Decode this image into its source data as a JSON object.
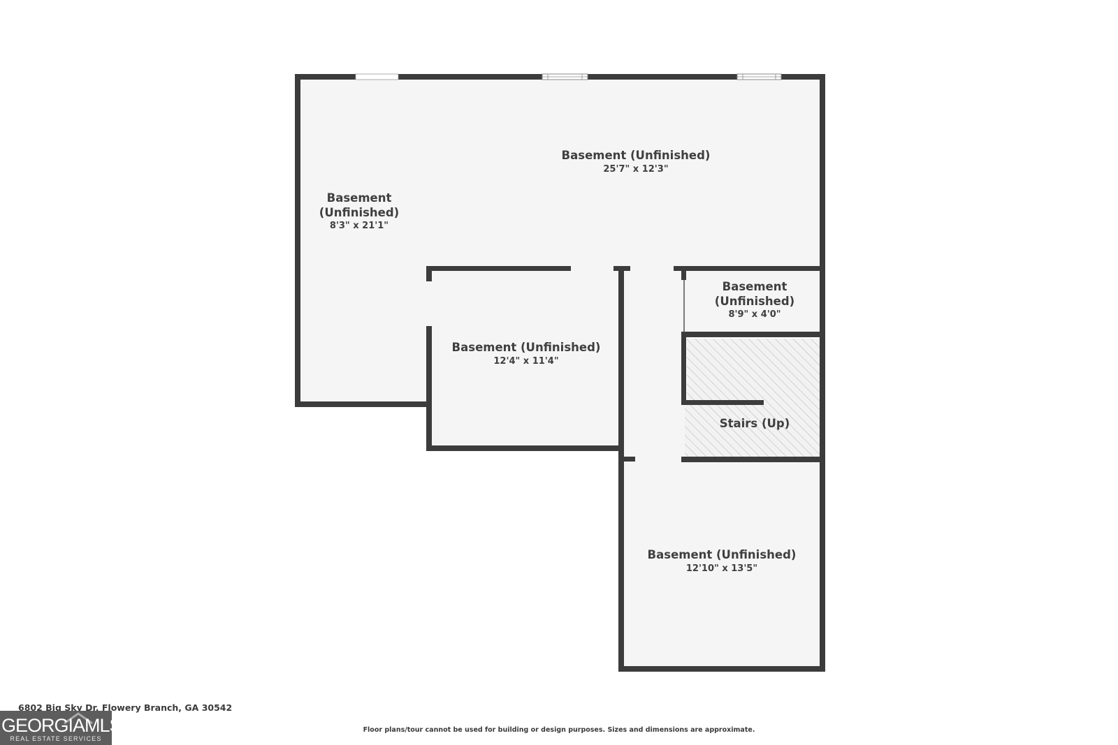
{
  "rooms": [
    {
      "name": "Basement (Unfinished)",
      "dimensions": "25'7\" x 12'3\""
    },
    {
      "name": "Basement\n(Unfinished)",
      "dimensions": "8'3\" x 21'1\""
    },
    {
      "name": "Basement (Unfinished)",
      "dimensions": "12'4\" x 11'4\""
    },
    {
      "name": "Basement\n(Unfinished)",
      "dimensions": "8'9\" x 4'0\""
    },
    {
      "name": "Stairs (Up)",
      "dimensions": ""
    },
    {
      "name": "Basement (Unfinished)",
      "dimensions": "12'10\" x 13'5\""
    }
  ],
  "footer": {
    "address": "6802 Big Sky Dr, Flowery Branch, GA 30542",
    "disclaimer": "Floor plans/tour cannot be used for building or design purposes. Sizes and dimensions are approximate."
  },
  "logo": {
    "main": "GEORGIAMLS",
    "sub": "REAL ESTATE SERVICES"
  },
  "colors": {
    "wall": "#3c3c3c",
    "floor": "#f5f5f5",
    "stairs_hatch": "#cccccc",
    "logo_bg": "#5d5d5d"
  }
}
